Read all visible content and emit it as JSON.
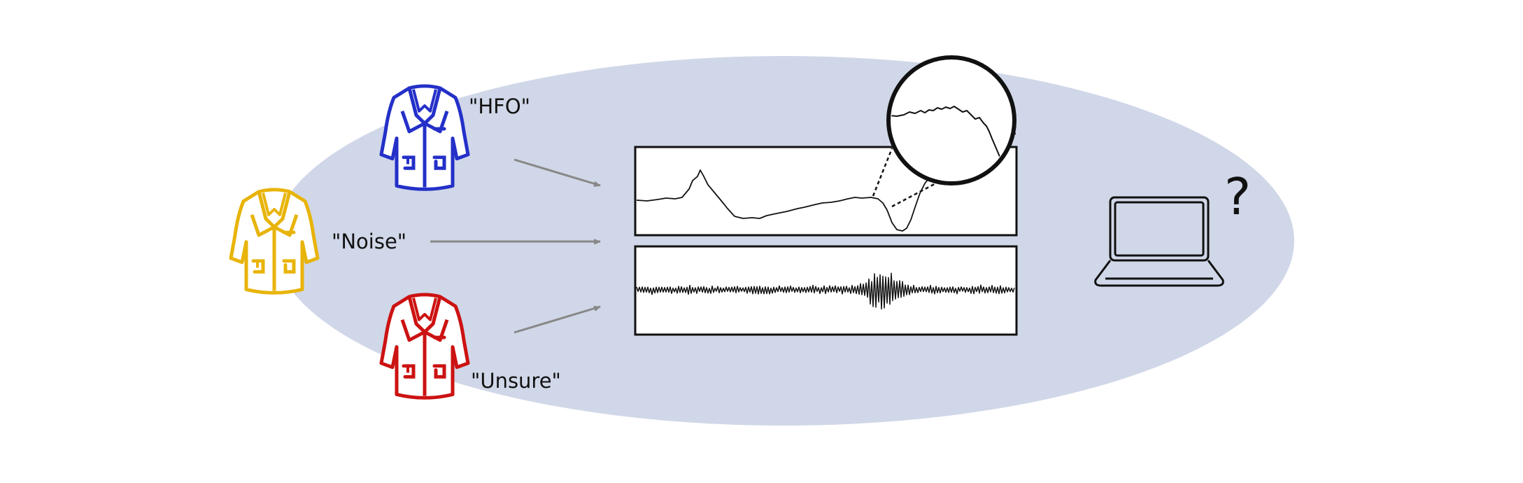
{
  "colors": {
    "background_ellipse": "#d0d7e8",
    "annotator_hfo": "#2430c8",
    "annotator_noise": "#e8b40a",
    "annotator_unsure": "#cc1212",
    "arrow": "#888888",
    "signal": "#111111"
  },
  "annotators": [
    {
      "icon": "lab-coat-icon",
      "color_key": "annotator_hfo",
      "label": "\"HFO\""
    },
    {
      "icon": "lab-coat-icon",
      "color_key": "annotator_noise",
      "label": "\"Noise\""
    },
    {
      "icon": "lab-coat-icon",
      "color_key": "annotator_unsure",
      "label": "\"Unsure\""
    }
  ],
  "panels": {
    "raw_signal": "raw-eeg-trace",
    "filtered_signal": "filtered-hfo-trace",
    "zoom_inset": "magnified-ripple"
  },
  "model": {
    "icon": "laptop-icon",
    "question": "?"
  }
}
